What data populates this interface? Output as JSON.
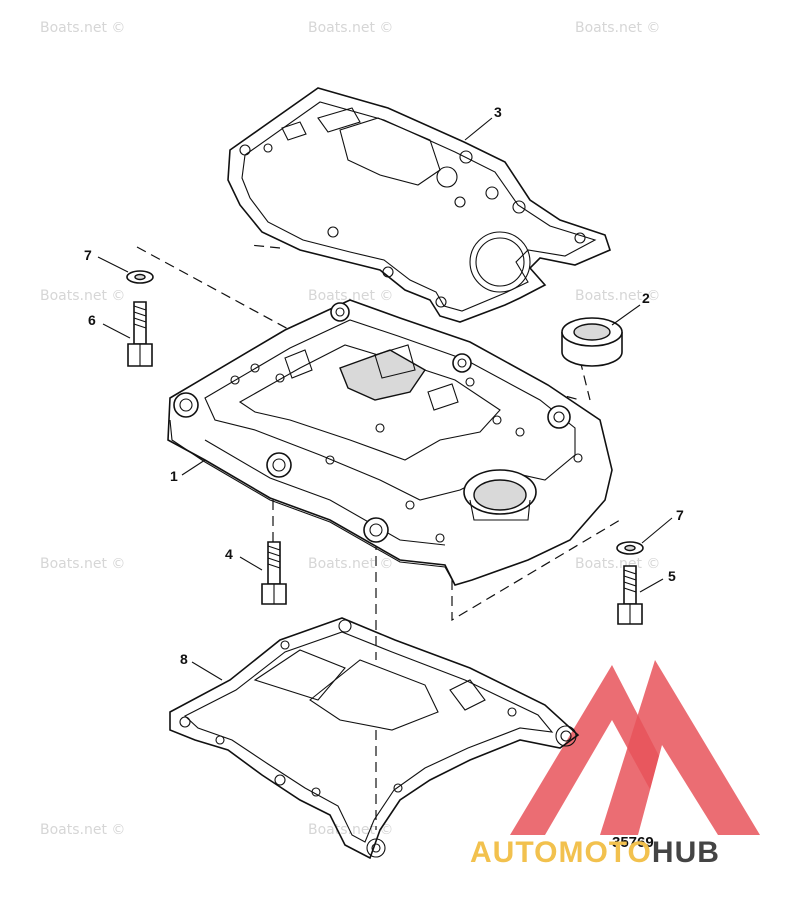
{
  "watermark_text": "Boats.net ©",
  "callouts": {
    "part_1": "1",
    "part_2": "2",
    "part_3": "3",
    "part_4": "4",
    "part_5": "5",
    "part_6": "6",
    "part_7_top": "7",
    "part_7_right": "7",
    "part_8": "8"
  },
  "figure_number": "35769",
  "brand": {
    "part_a": "AUTO",
    "part_b": "MOTO",
    "part_c": "HUB"
  },
  "colors": {
    "logo_red": "#e8545a",
    "logo_yellow": "#f2c14e",
    "logo_gray": "#444444",
    "watermark": "#d6d6d6"
  }
}
